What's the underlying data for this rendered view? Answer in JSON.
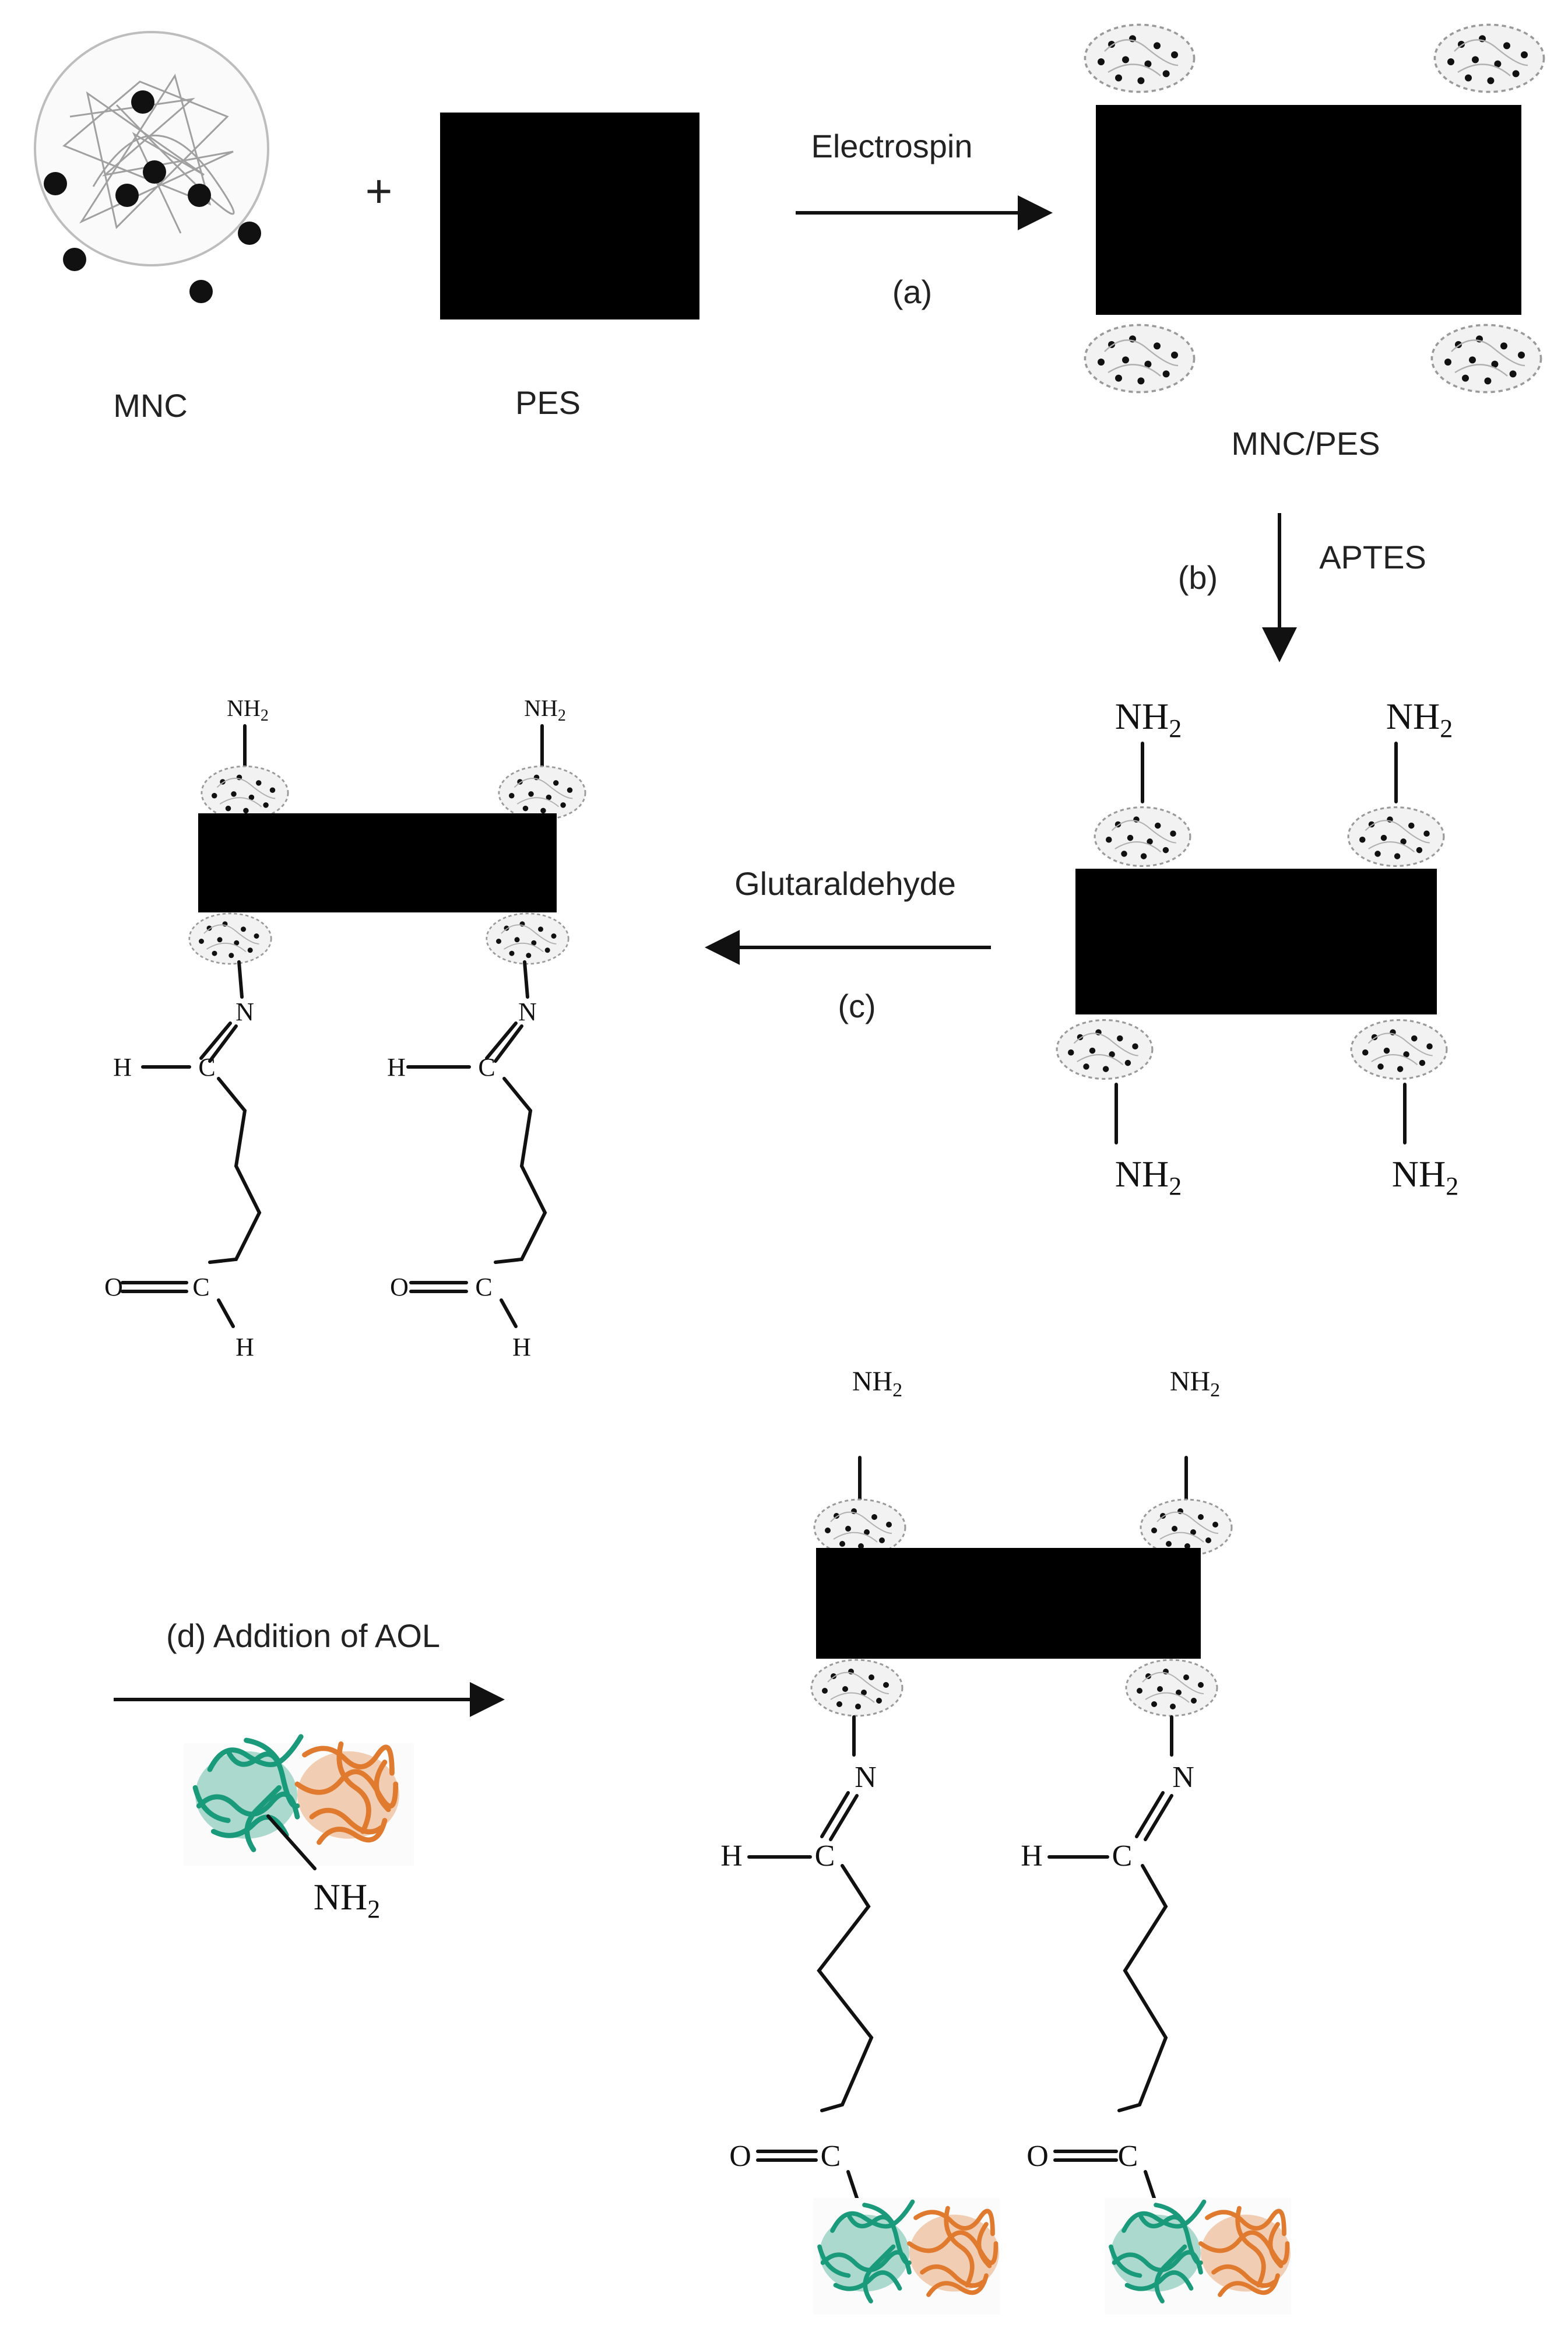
{
  "labels": {
    "mnc": "MNC",
    "pes": "PES",
    "plus": "+",
    "mnc_pes": "MNC/PES"
  },
  "steps": {
    "a": {
      "name": "Electrospin",
      "letter": "(a)"
    },
    "b": {
      "name": "APTES",
      "letter": "(b)"
    },
    "c": {
      "name": "Glutaraldehyde",
      "letter": "(c)"
    },
    "d": {
      "name": "(d) Addition of AOL"
    }
  },
  "chem": {
    "nh": "NH",
    "sub2": "2",
    "n": "N",
    "h": "H",
    "c": "C",
    "o": "O"
  },
  "colors": {
    "block": "#000000",
    "cluster_fill": "#f2f2f2",
    "cluster_stroke": "#999999",
    "protein_green": "#1a9a7a",
    "protein_orange": "#e07a2e"
  }
}
